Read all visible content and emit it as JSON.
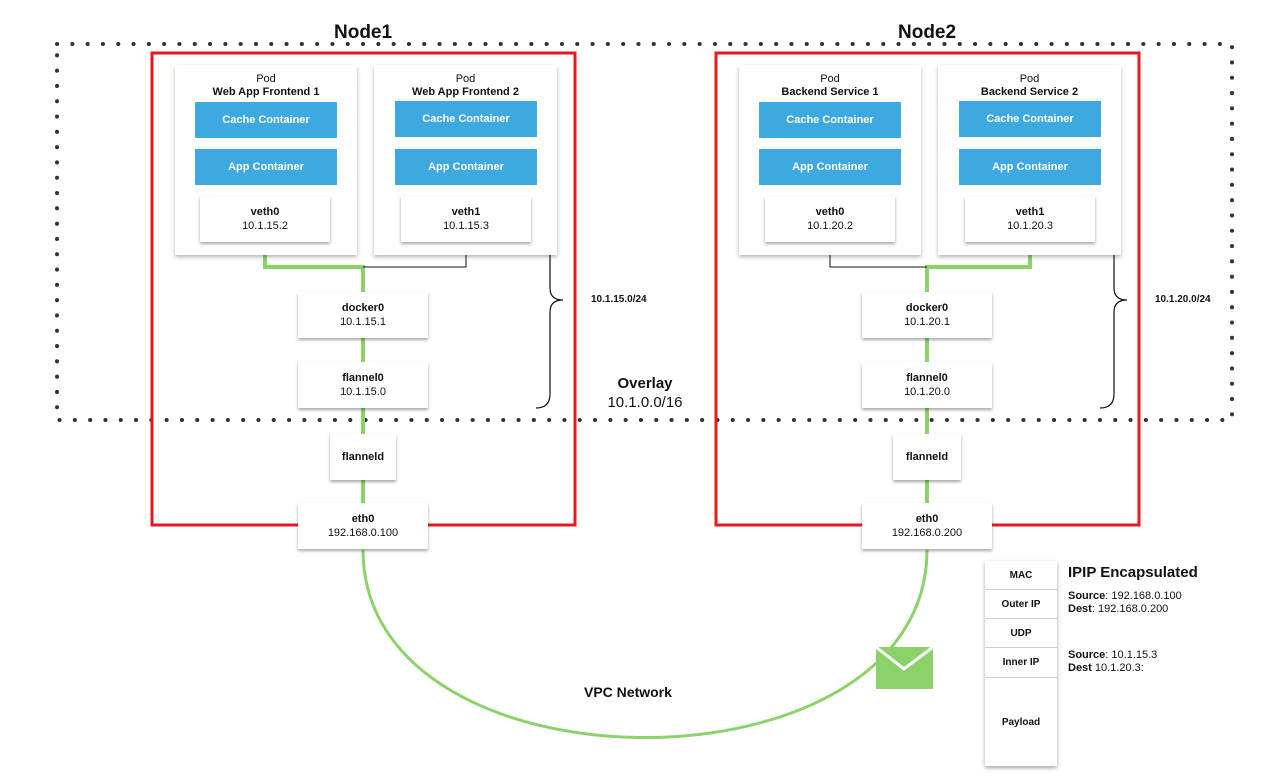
{
  "colors": {
    "node_border": "#e8191c",
    "link": "#8cd26a",
    "container": "#3ea8e0",
    "dots": "#333333"
  },
  "nodes": [
    {
      "title": "Node1",
      "pods": [
        {
          "kind": "Pod",
          "name": "Web App Frontend 1",
          "cache": "Cache Container",
          "app": "App Container",
          "veth": "veth0",
          "veth_ip": "10.1.15.2"
        },
        {
          "kind": "Pod",
          "name": "Web App Frontend 2",
          "cache": "Cache Container",
          "app": "App Container",
          "veth": "veth1",
          "veth_ip": "10.1.15.3"
        }
      ],
      "docker0": {
        "name": "docker0",
        "ip": "10.1.15.1"
      },
      "flannel0": {
        "name": "flannel0",
        "ip": "10.1.15.0"
      },
      "flanneld": "flanneld",
      "eth0": {
        "name": "eth0",
        "ip": "192.168.0.100"
      },
      "subnet": "10.1.15.0/24"
    },
    {
      "title": "Node2",
      "pods": [
        {
          "kind": "Pod",
          "name": "Backend Service 1",
          "cache": "Cache Container",
          "app": "App Container",
          "veth": "veth0",
          "veth_ip": "10.1.20.2"
        },
        {
          "kind": "Pod",
          "name": "Backend Service 2",
          "cache": "Cache Container",
          "app": "App Container",
          "veth": "veth1",
          "veth_ip": "10.1.20.3"
        }
      ],
      "docker0": {
        "name": "docker0",
        "ip": "10.1.20.1"
      },
      "flannel0": {
        "name": "flannel0",
        "ip": "10.1.20.0"
      },
      "flanneld": "flanneld",
      "eth0": {
        "name": "eth0",
        "ip": "192.168.0.200"
      },
      "subnet": "10.1.20.0/24"
    }
  ],
  "overlay": {
    "title": "Overlay",
    "cidr": "10.1.0.0/16"
  },
  "vpc_label": "VPC Network",
  "packet": {
    "title": "IPIP Encapsulated",
    "layers": [
      "MAC",
      "Outer IP",
      "UDP",
      "Inner IP",
      "Payload"
    ],
    "outer": {
      "source_key": "Source",
      "source": ": 192.168.0.100",
      "dest_key": "Dest",
      "dest": ": 192.168.0.200"
    },
    "inner": {
      "source_key": "Source",
      "source": ": 10.1.15.3",
      "dest_key": "Dest",
      "dest": " 10.1.20.3:"
    }
  },
  "icons": {
    "packet": "envelope-icon"
  }
}
